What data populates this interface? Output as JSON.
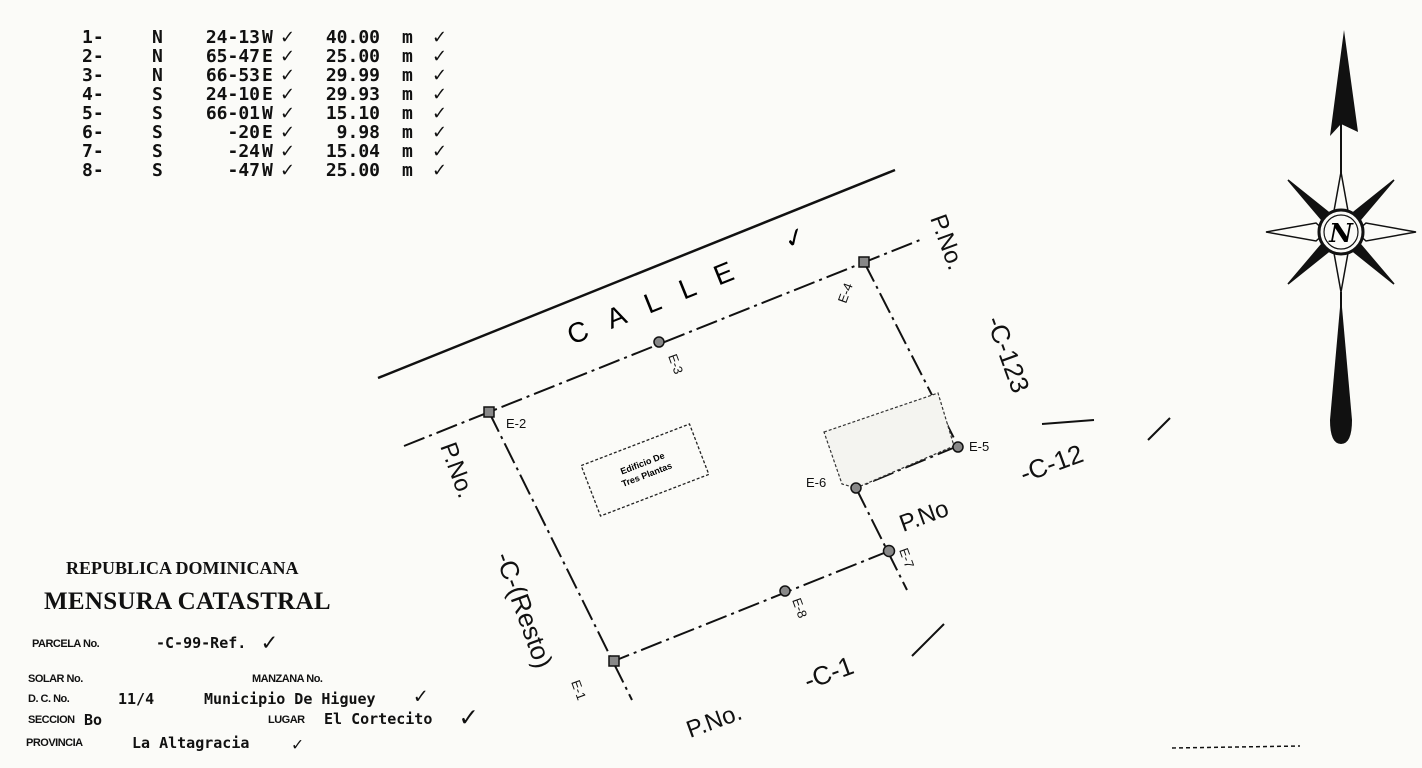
{
  "survey_table": {
    "rows": [
      {
        "num": "1-",
        "dir": "N",
        "angle": "24-13",
        "quad": "W",
        "check1": "✓",
        "dist": "40.00",
        "unit": "m",
        "check2": "✓"
      },
      {
        "num": "2-",
        "dir": "N",
        "angle": "65-47",
        "quad": "E",
        "check1": "✓",
        "dist": "25.00",
        "unit": "m",
        "check2": "✓"
      },
      {
        "num": "3-",
        "dir": "N",
        "angle": "66-53",
        "quad": "E",
        "check1": "✓",
        "dist": "29.99",
        "unit": "m",
        "check2": "✓"
      },
      {
        "num": "4-",
        "dir": "S",
        "angle": "24-10",
        "quad": "E",
        "check1": "✓",
        "dist": "29.93",
        "unit": "m",
        "check2": "✓"
      },
      {
        "num": "5-",
        "dir": "S",
        "angle": "66-01",
        "quad": "W",
        "check1": "✓",
        "dist": "15.10",
        "unit": "m",
        "check2": "✓"
      },
      {
        "num": "6-",
        "dir": "S",
        "angle": "-20",
        "quad": "E",
        "check1": "✓",
        "dist": "9.98",
        "unit": "m",
        "check2": "✓"
      },
      {
        "num": "7-",
        "dir": "S",
        "angle": "-24",
        "quad": "W",
        "check1": "✓",
        "dist": "15.04",
        "unit": "m",
        "check2": "✓"
      },
      {
        "num": "8-",
        "dir": "S",
        "angle": "-47",
        "quad": "W",
        "check1": "✓",
        "dist": "25.00",
        "unit": "m",
        "check2": "✓"
      }
    ]
  },
  "plan": {
    "street_label": "CALLE",
    "street_check": "✓",
    "stations": {
      "e1": "E-1",
      "e2": "E-2",
      "e3": "E-3",
      "e4": "E-4",
      "e5": "E-5",
      "e6": "E-6",
      "e7": "E-7",
      "e8": "E-8"
    },
    "neighbors": {
      "top_right_pno": "P.No.",
      "top_right_parcel": "-C-123",
      "right_pno": "P.No",
      "right_parcel": "-C-12",
      "left_pno": "P.No.",
      "left_parcel": "-C-(Resto)",
      "bottom_pno": "P.No.",
      "bottom_parcel": "-C-1"
    },
    "building_label_line1": "Edificio De",
    "building_label_line2": "Tres Plantas",
    "compass_letter": "N"
  },
  "title_block": {
    "country": "REPUBLICA DOMINICANA",
    "title": "MENSURA CATASTRAL",
    "parcela_label": "PARCELA No.",
    "parcela_value": "-C-99-Ref.",
    "solar_label": "SOLAR No.",
    "manzana_label": "MANZANA No.",
    "dc_label": "D. C. No.",
    "dc_value": "11/4",
    "municipio_value": "Municipio De Higuey",
    "seccion_label": "SECCION",
    "seccion_value": "Bo",
    "lugar_label": "LUGAR",
    "lugar_value": "El Cortecito",
    "provincia_label": "PROVINCIA",
    "provincia_value": "La Altagracia",
    "check": "✓"
  }
}
